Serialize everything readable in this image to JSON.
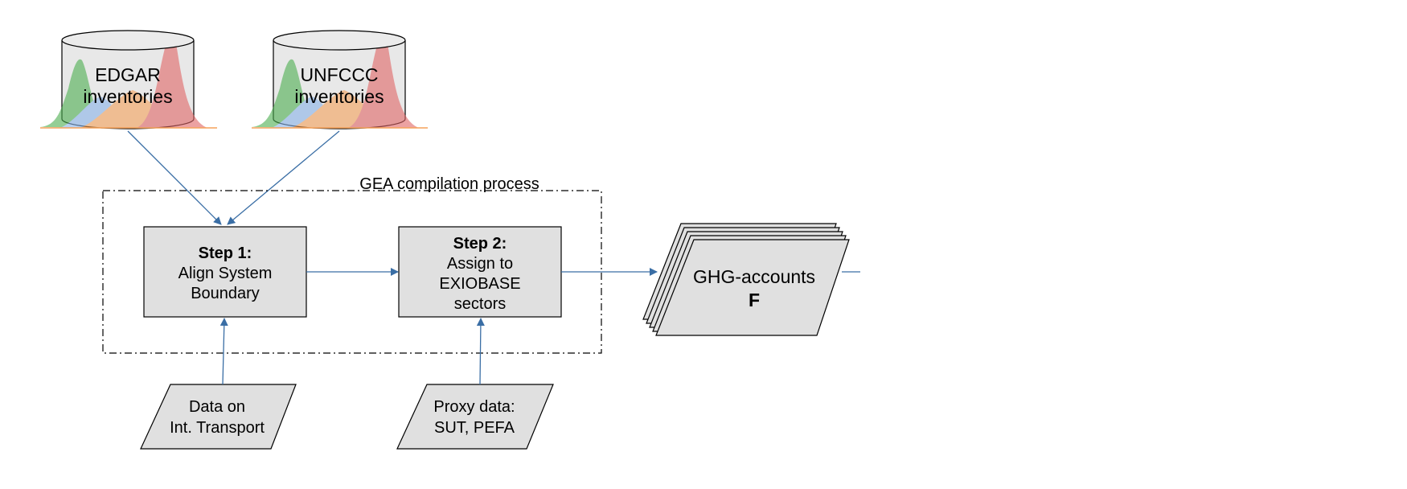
{
  "sources": {
    "edgar": {
      "line1": "EDGAR",
      "line2": "inventories"
    },
    "unfccc": {
      "line1": "UNFCCC",
      "line2": "inventories"
    }
  },
  "process": {
    "title": "GEA compilation process"
  },
  "step1": {
    "heading": "Step 1:",
    "line1": "Align System",
    "line2": "Boundary"
  },
  "step2": {
    "heading": "Step 2:",
    "line1": "Assign to",
    "line2": "EXIOBASE",
    "line3": "sectors"
  },
  "inputs": {
    "transport": {
      "line1": "Data on",
      "line2": "Int. Transport"
    },
    "proxy": {
      "line1": "Proxy data:",
      "line2": "SUT, PEFA"
    }
  },
  "output": {
    "line1": "GHG-accounts",
    "line2": "F"
  },
  "colors": {
    "arrow": "#3a6ea5",
    "box_fill": "#e0e0e0",
    "cylinder_fill": "#e8e8e8",
    "dist_green": "#4caf50",
    "dist_blue": "#8ab4e8",
    "dist_orange": "#f5a25a",
    "dist_red": "#e06666"
  }
}
